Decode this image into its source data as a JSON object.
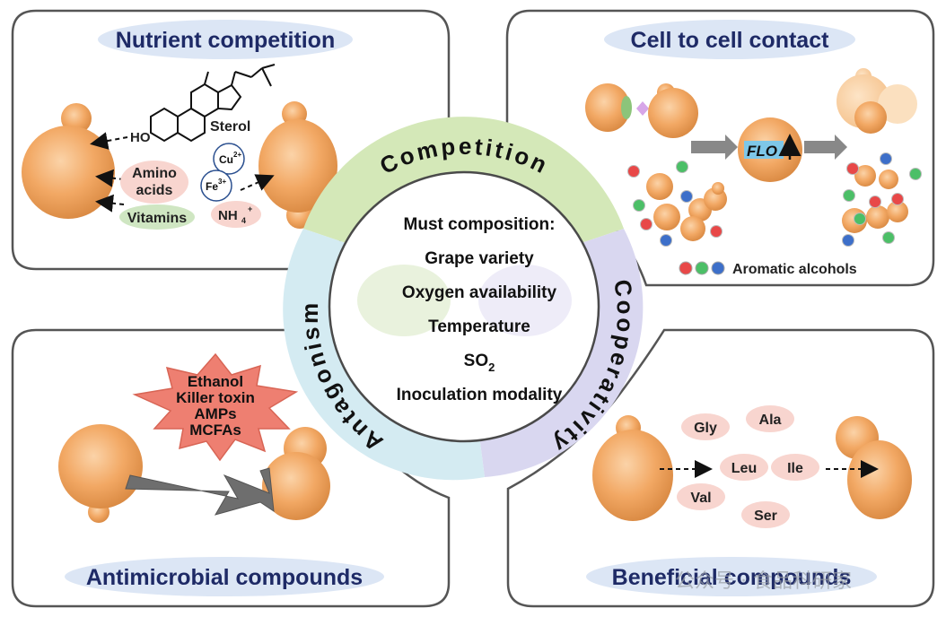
{
  "quadrants": {
    "nutrient": {
      "title": "Nutrient competition",
      "sterol": "Sterol",
      "ho": "HO",
      "amino_acids_1": "Amino",
      "amino_acids_2": "acids",
      "vitamins": "Vitamins",
      "cu": "Cu",
      "cu_sup": "2+",
      "fe": "Fe",
      "fe_sup": "3+",
      "nh4": "NH",
      "nh4_sub": "4",
      "nh4_sup": "+"
    },
    "contact": {
      "title": "Cell to cell contact",
      "flo": "FLO",
      "aromatic": "Aromatic alcohols"
    },
    "antimicrobial": {
      "title": "Antimicrobial compounds",
      "star_lines": [
        "Ethanol",
        "Killer toxin",
        "AMPs",
        "MCFAs"
      ]
    },
    "beneficial": {
      "title": "Beneficial compounds",
      "amino": [
        "Gly",
        "Ala",
        "Leu",
        "Ile",
        "Val",
        "Ser"
      ]
    }
  },
  "center": {
    "ring": {
      "top": "Competition",
      "right": "Cooperativity",
      "left": "Antagonism"
    },
    "heading": "Must composition:",
    "items": [
      "Grape variety",
      "Oxygen availability",
      "Temperature",
      "SO",
      "Inoculation modality"
    ],
    "so2_sub": "2"
  },
  "watermark": "公众号 · 食品科研家",
  "colors": {
    "yeast": "#f0a35e",
    "pill": "#dce6f5",
    "pill_text": "#1e2a66",
    "ring_green": "#d4e8b8",
    "ring_purple": "#d9d7f0",
    "ring_blue": "#d4ebf2",
    "star": "#ee7f71"
  }
}
